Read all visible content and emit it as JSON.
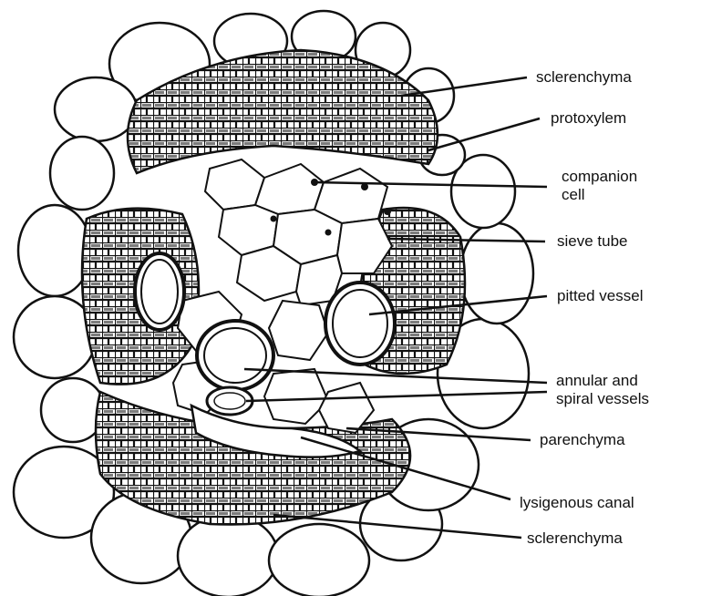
{
  "diagram": {
    "labels": {
      "sclerenchyma_top": "sclerenchyma",
      "protoxylem": "protoxylem",
      "companion_cell_line1": "companion",
      "companion_cell_line2": "cell",
      "sieve_tube": "sieve tube",
      "pitted_vessel": "pitted vessel",
      "annular_line1": "annular and",
      "annular_line2": "spiral vessels",
      "parenchyma": "parenchyma",
      "lysigenous_canal": "lysigenous canal",
      "sclerenchyma_bottom": "sclerenchyma"
    },
    "colors": {
      "ink": "#111111",
      "paper": "#ffffff"
    }
  }
}
